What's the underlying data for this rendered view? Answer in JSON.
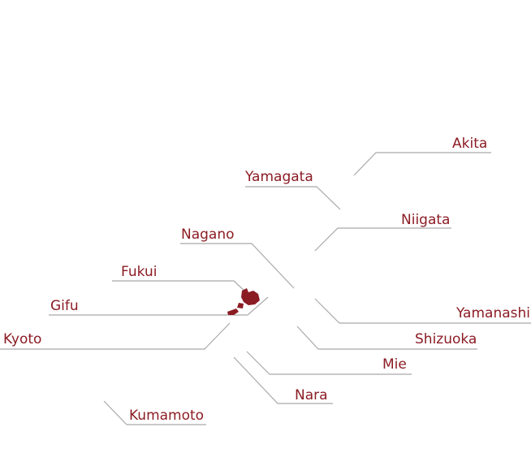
{
  "colors": {
    "label": "#8b1c24",
    "leader_line": "#a9a9a9",
    "highlight_region": "#8b1c24",
    "background": "#ffffff"
  },
  "map": {
    "highlighted_region_icon": "japan-region-shape",
    "prefectures": [
      {
        "id": "akita",
        "label": "Akita"
      },
      {
        "id": "yamagata",
        "label": "Yamagata"
      },
      {
        "id": "niigata",
        "label": "Niigata"
      },
      {
        "id": "nagano",
        "label": "Nagano"
      },
      {
        "id": "fukui",
        "label": "Fukui"
      },
      {
        "id": "gifu",
        "label": "Gifu"
      },
      {
        "id": "yamanashi",
        "label": "Yamanashi"
      },
      {
        "id": "kyoto",
        "label": "Kyoto"
      },
      {
        "id": "shizuoka",
        "label": "Shizuoka"
      },
      {
        "id": "mie",
        "label": "Mie"
      },
      {
        "id": "nara",
        "label": "Nara"
      },
      {
        "id": "kumamoto",
        "label": "Kumamoto"
      }
    ]
  }
}
